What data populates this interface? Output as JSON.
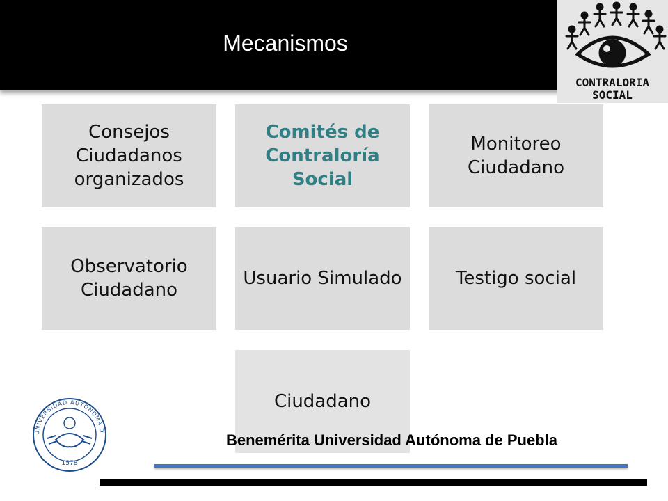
{
  "slide": {
    "title": "Mecanismos"
  },
  "logo": {
    "line1": "CONTRALORIA",
    "line2": "SOCIAL"
  },
  "tiles": [
    {
      "label": "Consejos Ciudadanos organizados"
    },
    {
      "label": "Comités de Contraloría Social"
    },
    {
      "label": "Monitoreo Ciudadano"
    },
    {
      "label": "Observatorio Ciudadano"
    },
    {
      "label": "Usuario Simulado"
    },
    {
      "label": "Testigo social"
    },
    {
      "label": "Ciudadano"
    }
  ],
  "footer": {
    "institution": "Benemérita Universidad Autónoma de Puebla"
  },
  "seal": {
    "ring_text": "UNIVERSIDAD AUTÓNOMA DE PUEBLA",
    "year": "1578"
  },
  "colors": {
    "header": "#000000",
    "tile": "#dcdcdc",
    "highlight_text": "#2f7f84",
    "accent_line": "#4472c4",
    "seal_blue": "#1f4e8c"
  }
}
